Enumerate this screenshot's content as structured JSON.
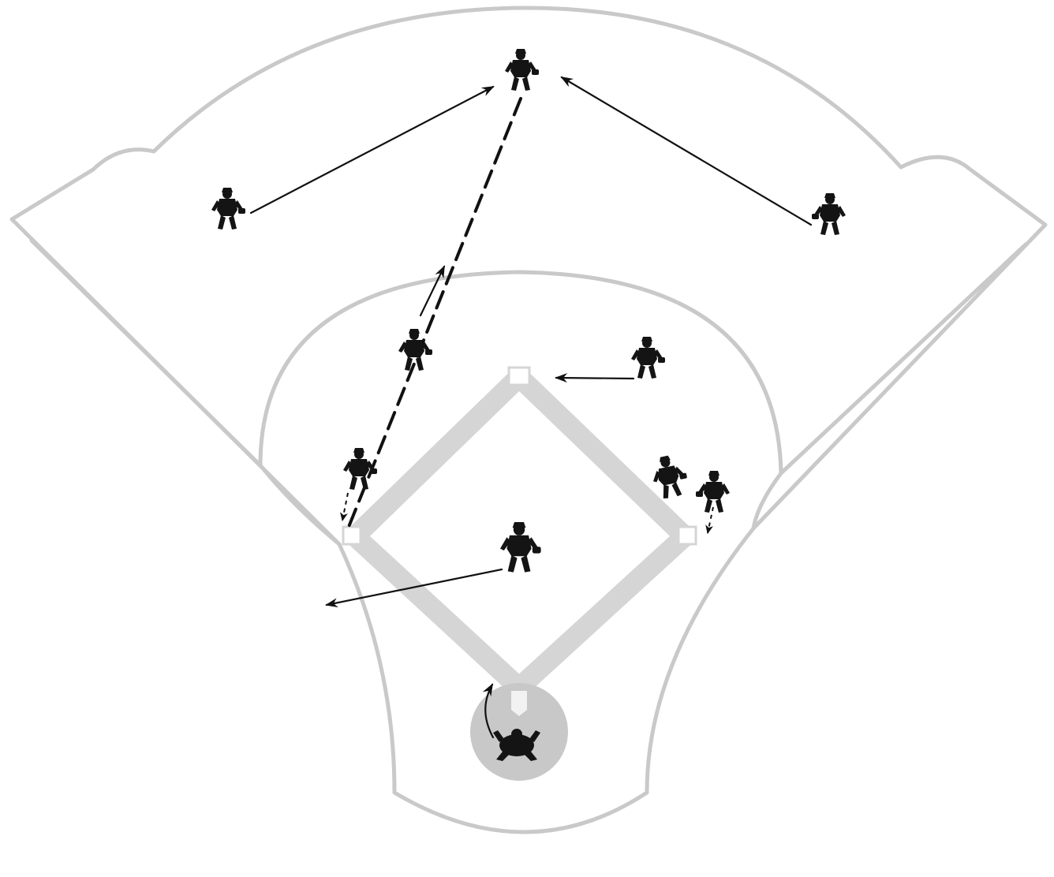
{
  "figure": {
    "colors": {
      "field_outline": "#c9c9c9",
      "infield_dirt": "#d5d5d5",
      "players": "#141414",
      "arrows": "#111111"
    },
    "players": [
      {
        "role": "center-fielder"
      },
      {
        "role": "left-fielder"
      },
      {
        "role": "right-fielder"
      },
      {
        "role": "shortstop"
      },
      {
        "role": "third-baseman"
      },
      {
        "role": "second-baseman"
      },
      {
        "role": "first-baseman"
      },
      {
        "role": "baserunner"
      },
      {
        "role": "pitcher"
      },
      {
        "role": "catcher"
      }
    ],
    "movements": [
      {
        "from": "left-fielder",
        "to": "center-fielder",
        "style": "solid-arrow"
      },
      {
        "from": "right-fielder",
        "to": "center-fielder",
        "style": "solid-arrow"
      },
      {
        "from": "center-fielder",
        "to": "third-baseman",
        "style": "dashed-throw"
      },
      {
        "from": "shortstop",
        "to": "outfield",
        "style": "solid-arrow"
      },
      {
        "from": "second-baseman",
        "to": "second-base",
        "style": "solid-arrow"
      },
      {
        "from": "pitcher",
        "to": "third-base-line",
        "style": "solid-arrow"
      },
      {
        "from": "third-baseman",
        "to": "third-base",
        "style": "dashed-arrow"
      },
      {
        "from": "first-baseman",
        "to": "first-base",
        "style": "dashed-arrow"
      },
      {
        "from": "catcher",
        "to": "home-plate",
        "style": "curved-arrow"
      }
    ]
  }
}
